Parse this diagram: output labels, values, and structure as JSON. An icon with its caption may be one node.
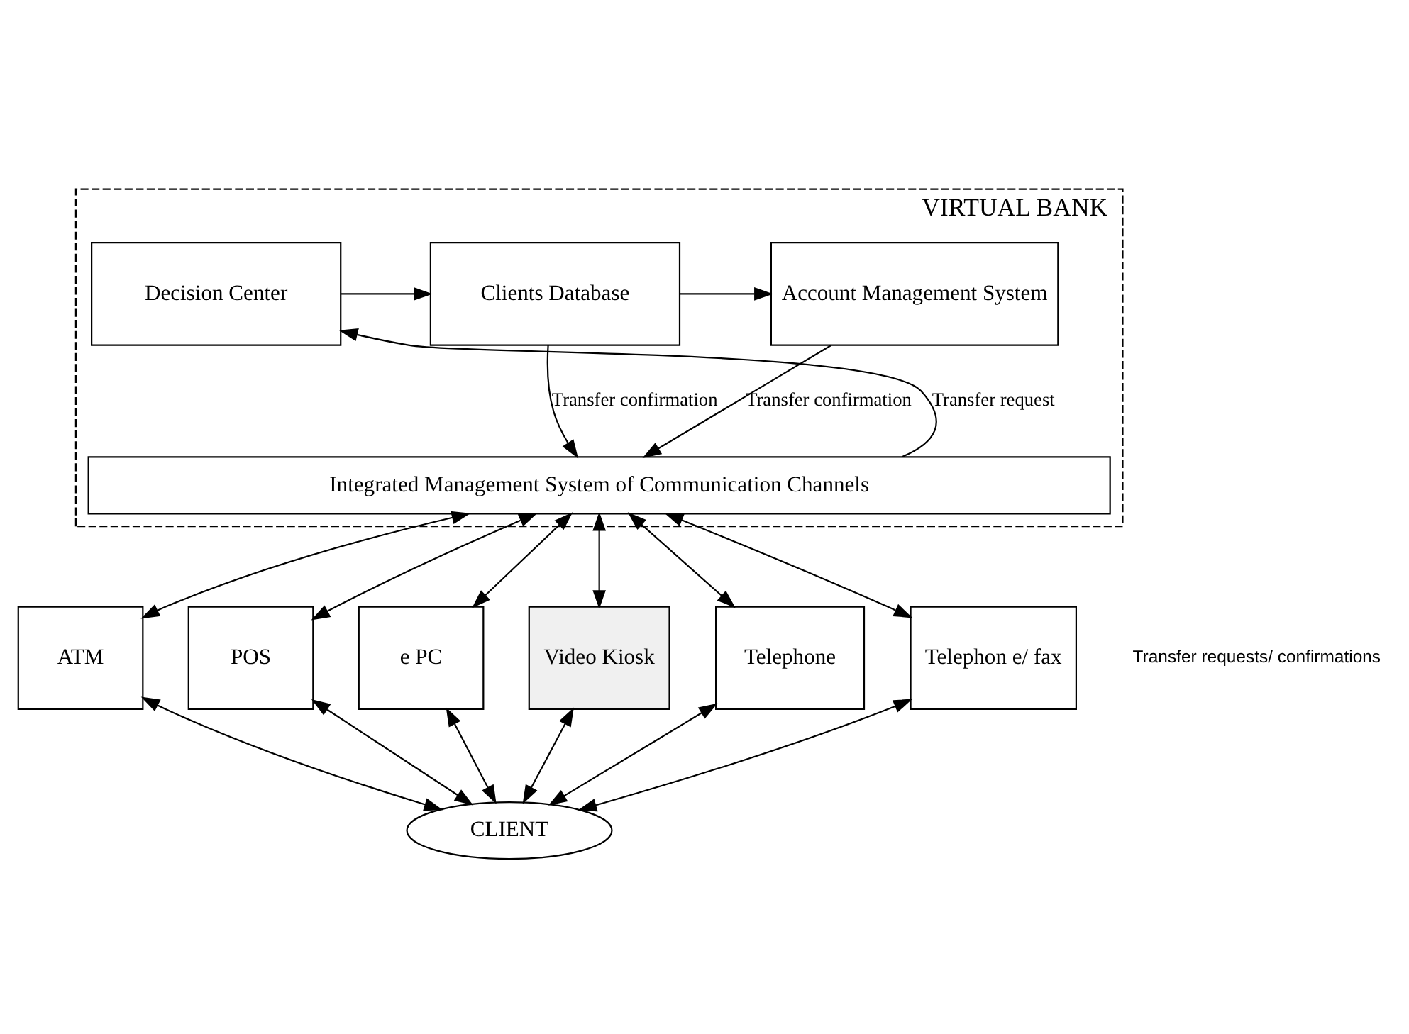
{
  "diagram": {
    "nodes": [
      {
        "text": [
          "VIRTUAL BANK"
        ]
      },
      {
        "text": [
          "Decision Center"
        ],
        "in": 0
      },
      {
        "text": [
          "Clients Database"
        ],
        "in": 0
      },
      {
        "text": [
          "Account Management System"
        ],
        "in": 0
      },
      {
        "text": [
          "Integrated Management System of Communication Channels"
        ],
        "in": 0
      },
      {
        "text": [
          "ATM"
        ]
      },
      {
        "text": [
          "POS"
        ]
      },
      {
        "text": [
          "e PC"
        ]
      },
      {
        "text": [
          "Video Kiosk"
        ]
      },
      {
        "text": [
          "Telephone"
        ]
      },
      {
        "text": [
          "Telephon e/ fax"
        ]
      },
      {
        "text": [
          "CLIENT"
        ]
      }
    ],
    "edges": [
      {
        "from": 1,
        "to": 2,
        "arrow": "to"
      },
      {
        "from": 2,
        "to": 3,
        "arrow": "to"
      },
      {
        "from": 4,
        "to": 1,
        "arrow": "to",
        "label": "Transfer request"
      },
      {
        "from": 2,
        "to": 4,
        "arrow": "to",
        "label": "Transfer confirmation"
      },
      {
        "from": 3,
        "to": 4,
        "arrow": "to",
        "label": "Transfer confirmation"
      },
      {
        "from": 4,
        "to": 5,
        "arrow": "both"
      },
      {
        "from": 4,
        "to": 6,
        "arrow": "both"
      },
      {
        "from": 4,
        "to": 7,
        "arrow": "both"
      },
      {
        "from": 4,
        "to": 8,
        "arrow": "both"
      },
      {
        "from": 4,
        "to": 9,
        "arrow": "both"
      },
      {
        "from": 4,
        "to": 10,
        "arrow": "both"
      },
      {
        "from": 5,
        "to": 11,
        "arrow": "both"
      },
      {
        "from": 6,
        "to": 11,
        "arrow": "both"
      },
      {
        "from": 7,
        "to": 11,
        "arrow": "both"
      },
      {
        "from": 8,
        "to": 11,
        "arrow": "both"
      },
      {
        "from": 9,
        "to": 11,
        "arrow": "both"
      },
      {
        "from": 10,
        "to": 11,
        "arrow": "both"
      }
    ],
    "labels": [
      "Transfer requests/ confirmations"
    ]
  }
}
